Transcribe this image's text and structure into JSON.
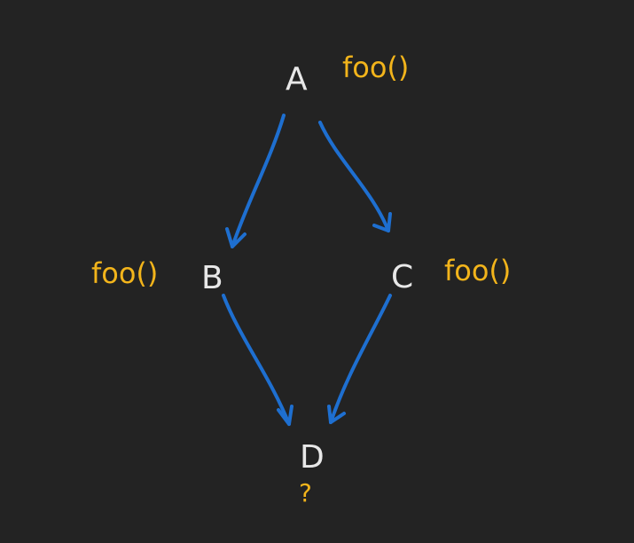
{
  "nodes": {
    "a": "A",
    "b": "B",
    "c": "C",
    "d": "D"
  },
  "methods": {
    "a": "foo()",
    "b": "foo()",
    "c": "foo()"
  },
  "question": "?",
  "colors": {
    "background": "#232323",
    "node_text": "#e8e8e8",
    "method_text": "#f2b41b",
    "arrow": "#1e6fd0"
  }
}
